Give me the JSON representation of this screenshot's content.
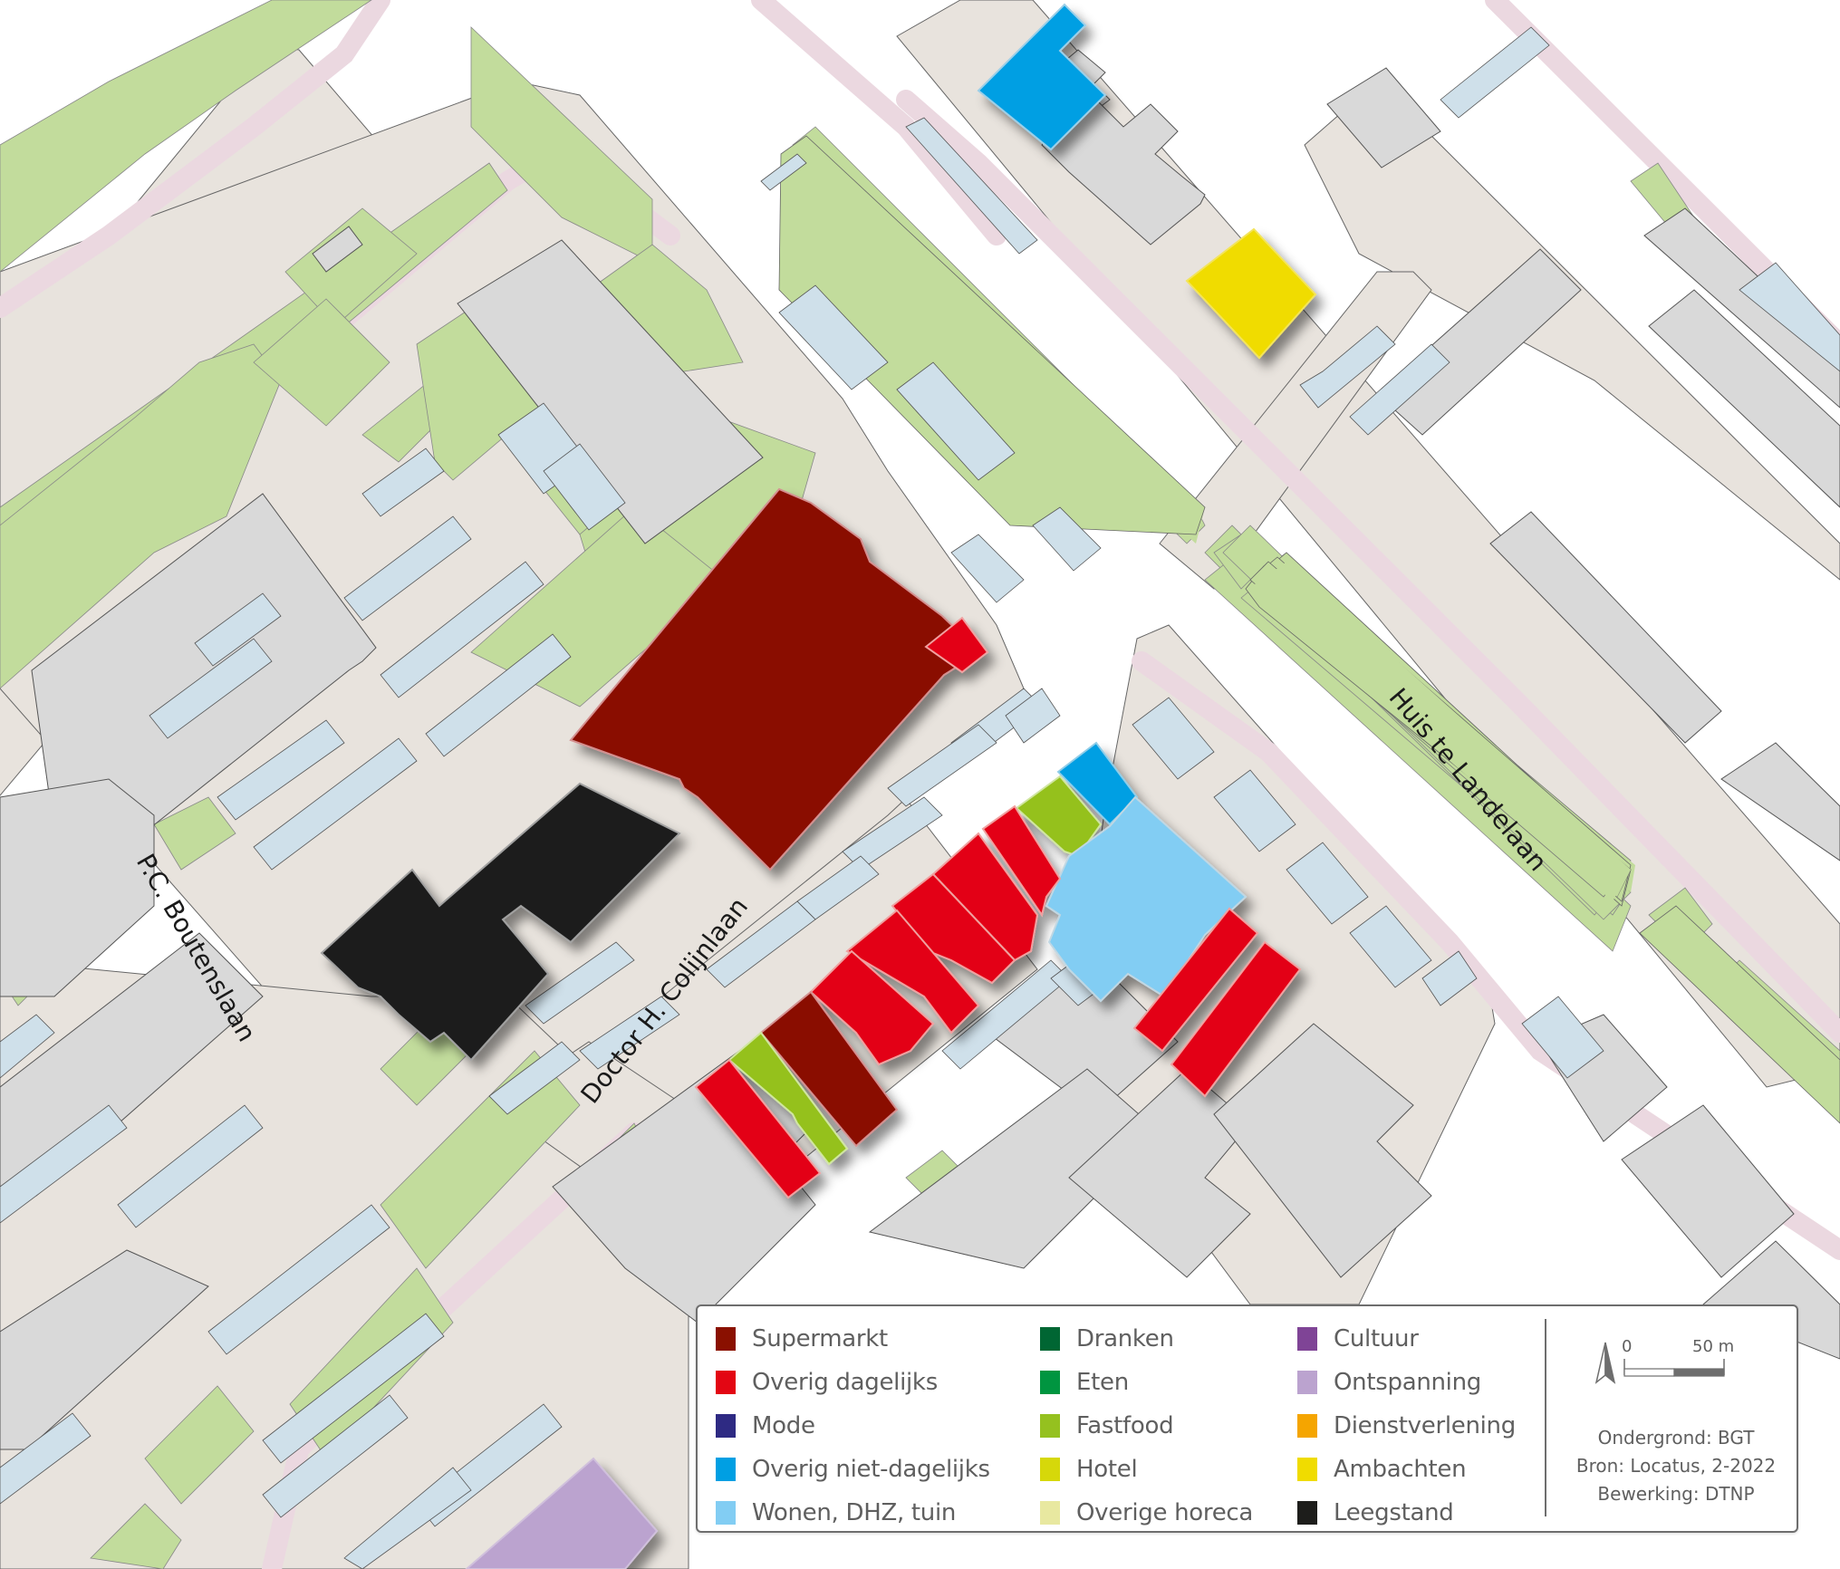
{
  "map": {
    "streets": [
      {
        "name": "Huis te Landelaan"
      },
      {
        "name": "P.C. Boutenslaan"
      },
      {
        "name": "Doctor H. Colijnlaan"
      }
    ],
    "colors": {
      "background": "#ffffff",
      "pavement": "#e8e3dd",
      "bike_path": "#ebd8e0",
      "green": "#c2dc9c",
      "building": "#d9d9d9",
      "residential_building": "#cfe0ea",
      "outline": "#555555"
    }
  },
  "legend": {
    "columns": [
      [
        {
          "label": "Supermarkt",
          "color": "#8a1000"
        },
        {
          "label": "Overig dagelijks",
          "color": "#e30613"
        },
        {
          "label": "Mode",
          "color": "#2e2a83"
        },
        {
          "label": "Overig niet-dagelijks",
          "color": "#009fe3"
        },
        {
          "label": "Wonen, DHZ, tuin",
          "color": "#82cdf3"
        }
      ],
      [
        {
          "label": "Dranken",
          "color": "#006633"
        },
        {
          "label": "Eten",
          "color": "#009540"
        },
        {
          "label": "Fastfood",
          "color": "#95c11f"
        },
        {
          "label": "Hotel",
          "color": "#d6d80a"
        },
        {
          "label": "Overige horeca",
          "color": "#e8e8a0"
        }
      ],
      [
        {
          "label": "Cultuur",
          "color": "#7f4496"
        },
        {
          "label": "Ontspanning",
          "color": "#bba3cf"
        },
        {
          "label": "Dienstverlening",
          "color": "#f5a500"
        },
        {
          "label": "Ambachten",
          "color": "#f0dc00"
        },
        {
          "label": "Leegstand",
          "color": "#1d1d1b"
        }
      ]
    ],
    "scale": {
      "start": "0",
      "end": "50 m"
    },
    "north_arrow": "north-arrow-icon",
    "credits": [
      "Ondergrond: BGT",
      "Bron: Locatus, 2-2022",
      "Bewerking: DTNP"
    ]
  }
}
